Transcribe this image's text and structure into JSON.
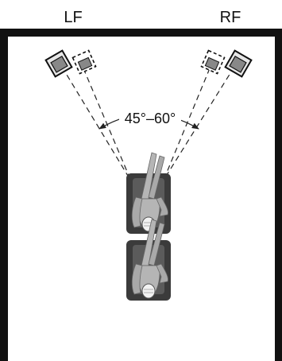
{
  "labels": {
    "left_front": "LF",
    "right_front": "RF",
    "angle": "45°–60°"
  },
  "colors": {
    "wall": "#111111",
    "room_bg": "#ffffff",
    "seat": "#3b3b3b",
    "person": "#b5b5b5",
    "speaker_fill": "#e6e6e6",
    "speaker_face": "#888888",
    "line": "#222222"
  },
  "icons": {
    "speaker": "speaker-icon",
    "listener": "listener-in-chair-icon"
  }
}
